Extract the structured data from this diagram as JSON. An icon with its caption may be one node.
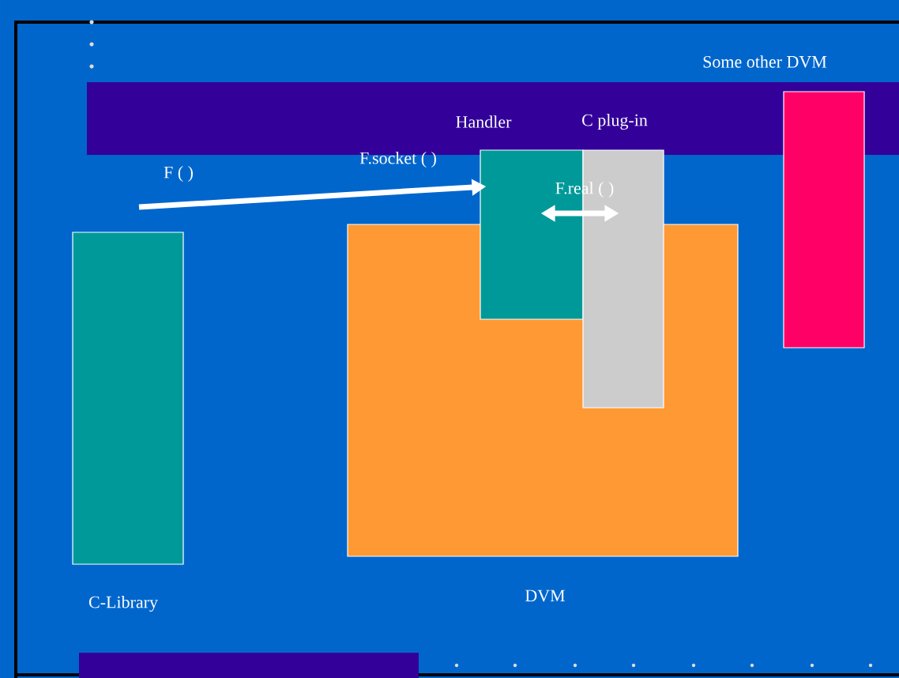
{
  "diagram": {
    "nodes": [
      {
        "text": [
          "Some other DVM"
        ]
      },
      {
        "text": [
          "Handler"
        ]
      },
      {
        "text": [
          "C plug-in"
        ]
      },
      {
        "text": [
          "C-Library"
        ]
      },
      {
        "text": [
          "DVM"
        ]
      }
    ],
    "edges": [
      {
        "from": null,
        "to": 1,
        "arrow": "to",
        "label": "F ( )"
      },
      {
        "from": 1,
        "to": 2,
        "arrow": "both",
        "label": "F.real ( )"
      }
    ],
    "labels": [
      "F.socket ( )"
    ]
  }
}
